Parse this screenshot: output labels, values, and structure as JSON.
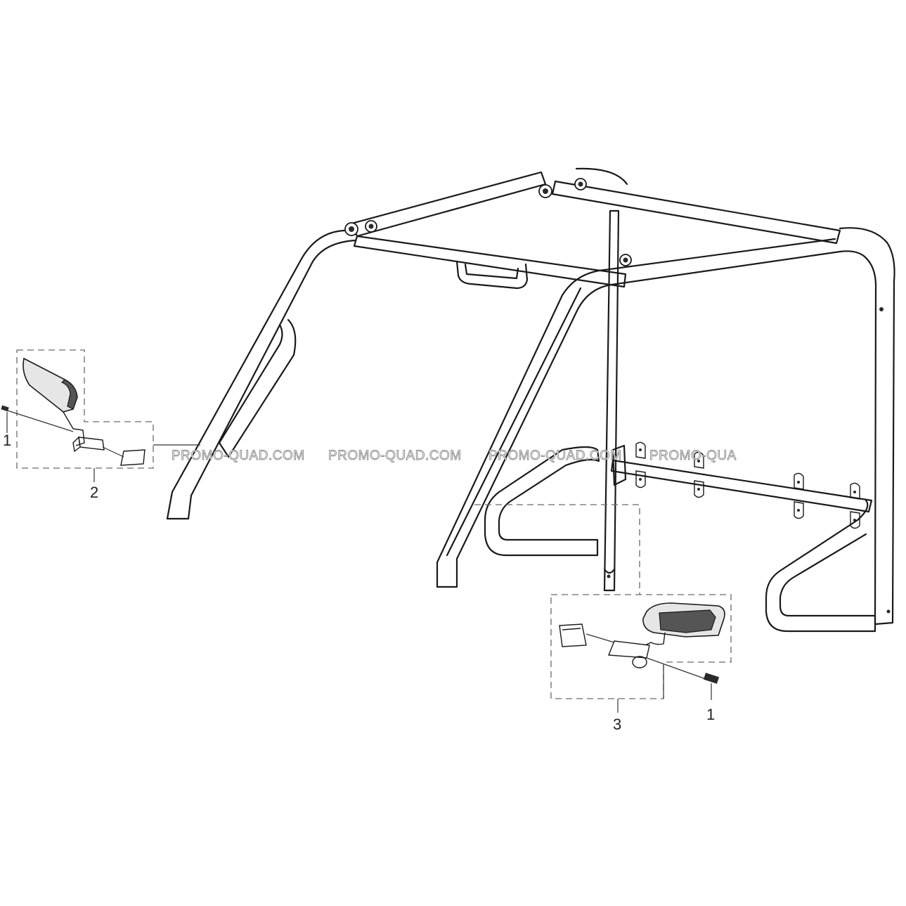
{
  "diagram": {
    "callouts": [
      {
        "id": "c1-left",
        "label": "1"
      },
      {
        "id": "c2",
        "label": "2"
      },
      {
        "id": "c3",
        "label": "3"
      },
      {
        "id": "c1-right",
        "label": "1"
      }
    ],
    "watermark": {
      "text": "PROMO-QUAD.COM",
      "text_clipped": "PROMO-QUA"
    },
    "colors": {
      "line": "#1a1a1a",
      "dashed_box": "#6a6a6a",
      "watermark_outline": "#8a8a8a",
      "background": "#ffffff"
    }
  }
}
